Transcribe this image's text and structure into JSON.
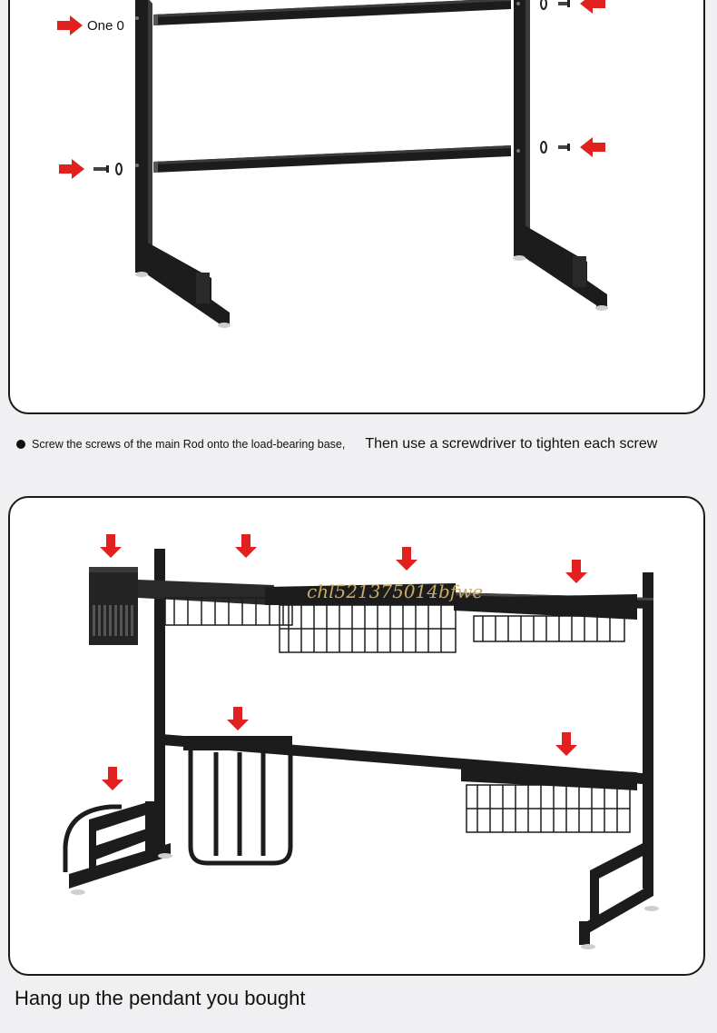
{
  "panel1": {
    "label_one": "One 0",
    "caption_small": "Screw the screws of the main Rod onto the load-bearing base,",
    "caption_large": "Then use a screwdriver to tighten each screw"
  },
  "panel2": {
    "watermark": "chl521375014bfwe",
    "caption": "Hang up the pendant you bought"
  },
  "colors": {
    "arrow": "#e0211f",
    "metal": "#1c1c1c",
    "panel_border": "#1a1a1a",
    "background": "#f0f0f2"
  }
}
